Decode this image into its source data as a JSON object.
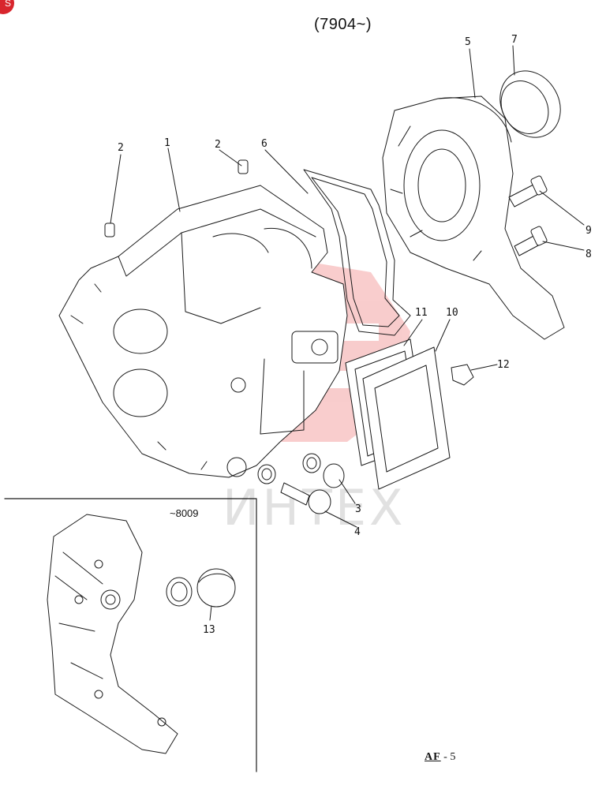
{
  "corner_badge": "S",
  "header": {
    "title": "(7904~)"
  },
  "watermark": {
    "text": "ИНТЕХ",
    "color": "#e84a4a"
  },
  "parts": [
    {
      "number": "1"
    },
    {
      "number": "2"
    },
    {
      "number": "2"
    },
    {
      "number": "6"
    },
    {
      "number": "5"
    },
    {
      "number": "7"
    },
    {
      "number": "9"
    },
    {
      "number": "8"
    },
    {
      "number": "11"
    },
    {
      "number": "10"
    },
    {
      "number": "12"
    },
    {
      "number": "3"
    },
    {
      "number": "4"
    }
  ],
  "inset": {
    "label": "~8009",
    "part_number": "13"
  },
  "footer": {
    "code": "AF",
    "dash": "-",
    "page": "5"
  }
}
